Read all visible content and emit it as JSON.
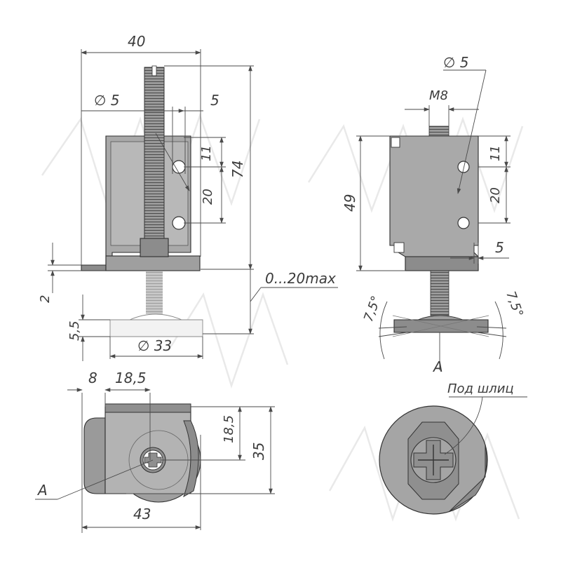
{
  "dimensions": {
    "width_top": "40",
    "bore_dia_left": "∅ 5",
    "bore_offset_left": "5",
    "hole_spacing_top": "11",
    "hole_spacing": "20",
    "total_height": "74",
    "flange_thickness": "2",
    "adjust_range": "0...20max",
    "foot_height": "5,5",
    "foot_dia": "∅ 33",
    "bore_dia_right": "∅ 5",
    "thread": "M8",
    "body_height": "49",
    "hole_spacing_top_right": "11",
    "hole_spacing_right": "20",
    "slot_offset_right": "5",
    "tilt_left": "7,5°",
    "tilt_right": "7,5°",
    "offset_8": "8",
    "offset_18_5": "18,5",
    "height_18_5": "18,5",
    "height_35": "35",
    "width_43": "43"
  },
  "labels": {
    "view_a_top": "A",
    "view_a_bottom": "A",
    "slot_note": "Под шлиц"
  },
  "colors": {
    "body_fill": "#a9a9a9",
    "dark_fill": "#8c8c8c",
    "light_fill": "#c4c4c4",
    "line": "#4a4a4a"
  }
}
